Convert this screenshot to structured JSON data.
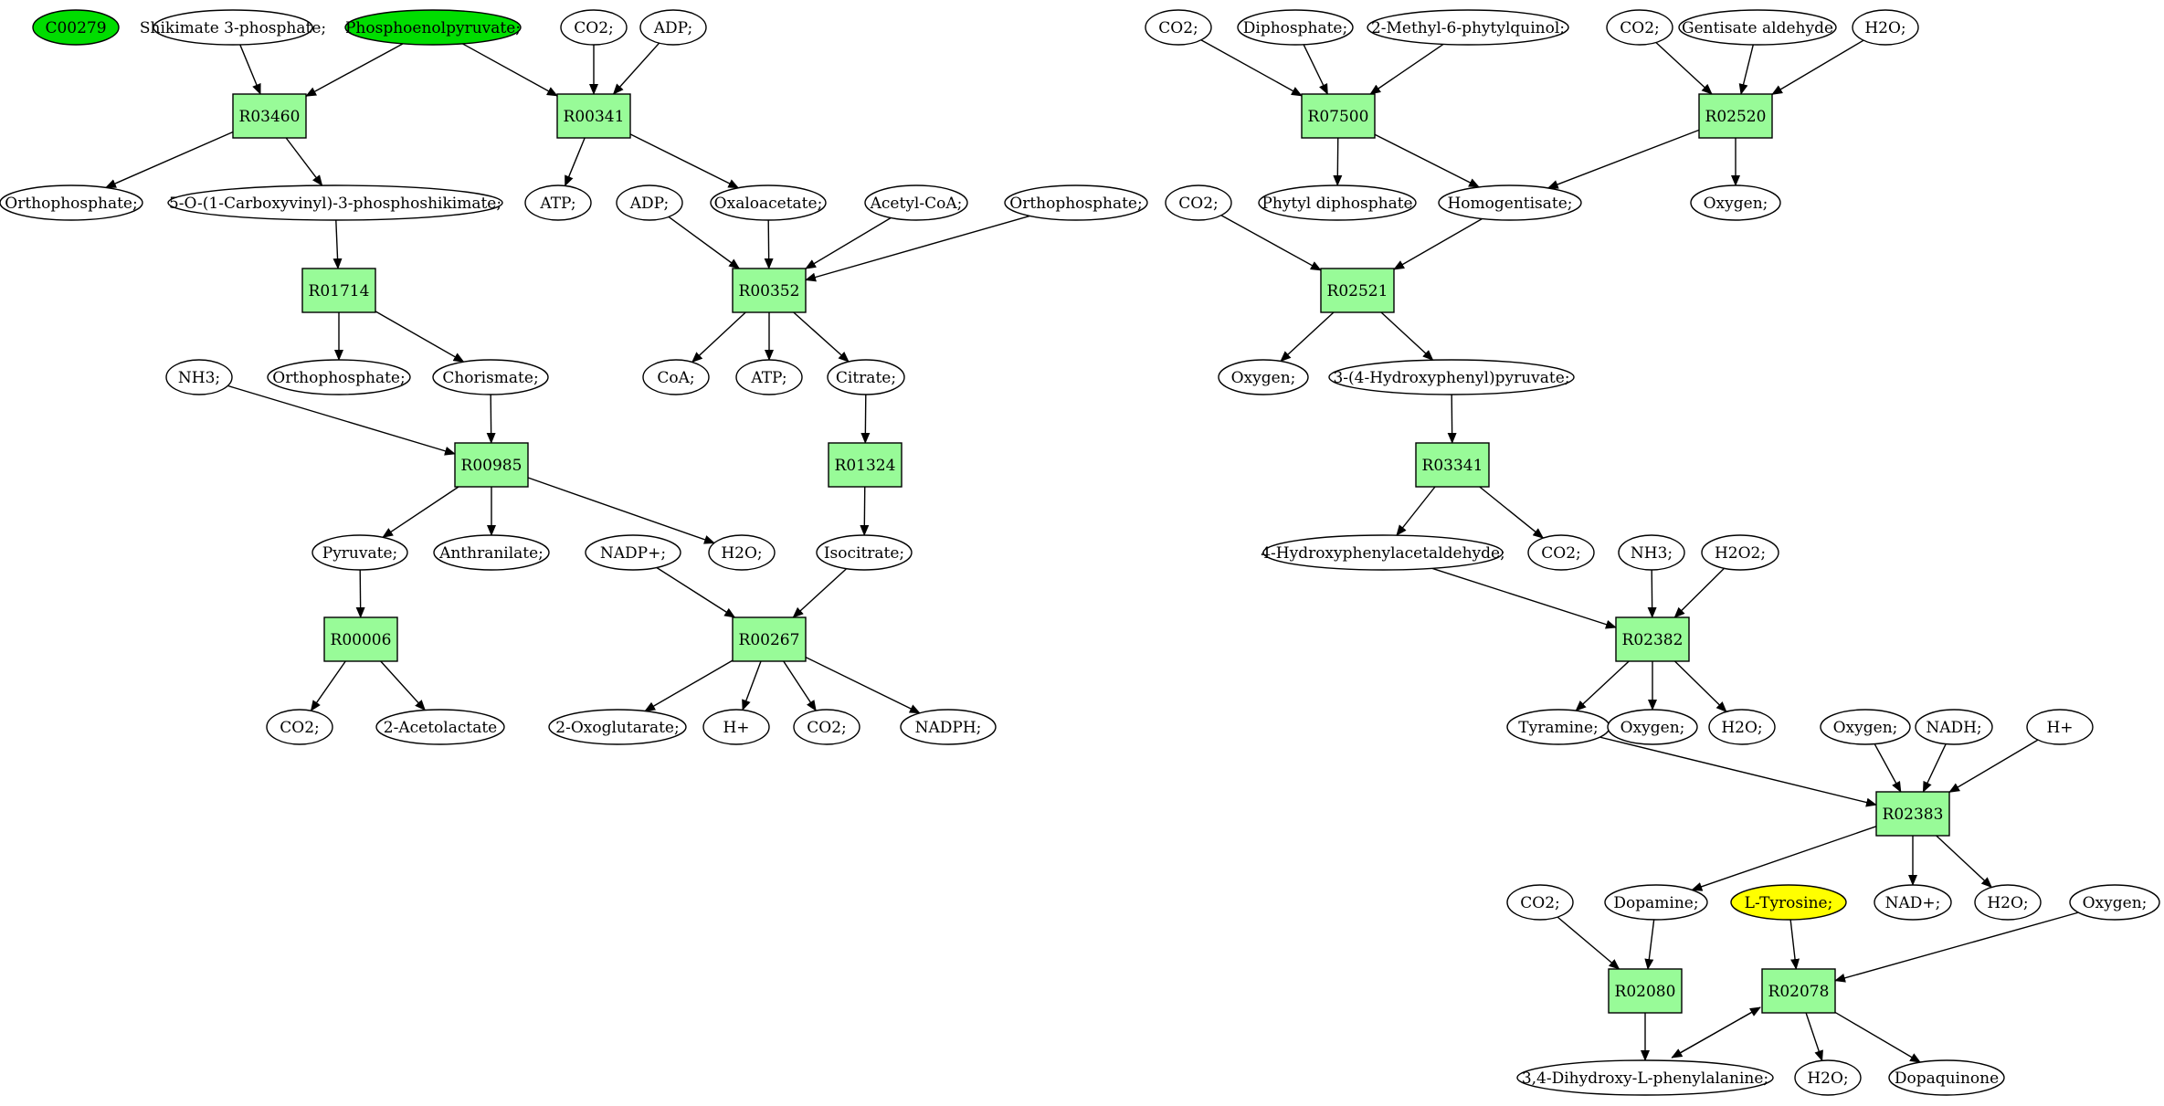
{
  "colors": {
    "reaction_fill": "#98fb98",
    "compound_fill": "#ffffff",
    "start_fill": "#00dd00",
    "target_fill": "#ffff00",
    "stroke": "#000000"
  },
  "nodes": [
    {
      "id": "c00279",
      "label": "C00279",
      "type": "compound",
      "fill": "start"
    },
    {
      "id": "shik3p",
      "label": "Shikimate 3-phosphate;",
      "type": "compound"
    },
    {
      "id": "pep",
      "label": "Phosphoenolpyruvate;",
      "type": "compound",
      "fill": "start"
    },
    {
      "id": "co2_a",
      "label": "CO2;",
      "type": "compound"
    },
    {
      "id": "adp_a",
      "label": "ADP;",
      "type": "compound"
    },
    {
      "id": "r03460",
      "label": "R03460",
      "type": "reaction"
    },
    {
      "id": "r00341",
      "label": "R00341",
      "type": "reaction"
    },
    {
      "id": "orthop_a",
      "label": "Orthophosphate;",
      "type": "compound"
    },
    {
      "id": "ocarb",
      "label": "5-O-(1-Carboxyvinyl)-3-phosphoshikimate;",
      "type": "compound"
    },
    {
      "id": "atp_a",
      "label": "ATP;",
      "type": "compound"
    },
    {
      "id": "adp_b",
      "label": "ADP;",
      "type": "compound"
    },
    {
      "id": "oxalo",
      "label": "Oxaloacetate;",
      "type": "compound"
    },
    {
      "id": "acetylcoa",
      "label": "Acetyl-CoA;",
      "type": "compound"
    },
    {
      "id": "orthop_b",
      "label": "Orthophosphate;",
      "type": "compound"
    },
    {
      "id": "r01714",
      "label": "R01714",
      "type": "reaction"
    },
    {
      "id": "r00352",
      "label": "R00352",
      "type": "reaction"
    },
    {
      "id": "nh3_a",
      "label": "NH3;",
      "type": "compound"
    },
    {
      "id": "orthop_c",
      "label": "Orthophosphate;",
      "type": "compound"
    },
    {
      "id": "chorismate",
      "label": "Chorismate;",
      "type": "compound"
    },
    {
      "id": "coa",
      "label": "CoA;",
      "type": "compound"
    },
    {
      "id": "atp_b",
      "label": "ATP;",
      "type": "compound"
    },
    {
      "id": "citrate",
      "label": "Citrate;",
      "type": "compound"
    },
    {
      "id": "r00985",
      "label": "R00985",
      "type": "reaction"
    },
    {
      "id": "r01324",
      "label": "R01324",
      "type": "reaction"
    },
    {
      "id": "pyruvate",
      "label": "Pyruvate;",
      "type": "compound"
    },
    {
      "id": "anthranilate",
      "label": "Anthranilate;",
      "type": "compound"
    },
    {
      "id": "h2o_a",
      "label": "H2O;",
      "type": "compound"
    },
    {
      "id": "nadp",
      "label": "NADP+;",
      "type": "compound"
    },
    {
      "id": "isocitrate",
      "label": "Isocitrate;",
      "type": "compound"
    },
    {
      "id": "r00006",
      "label": "R00006",
      "type": "reaction"
    },
    {
      "id": "r00267",
      "label": "R00267",
      "type": "reaction"
    },
    {
      "id": "co2_b",
      "label": "CO2;",
      "type": "compound"
    },
    {
      "id": "acetolactate",
      "label": "2-Acetolactate",
      "type": "compound"
    },
    {
      "id": "oxoglut",
      "label": "2-Oxoglutarate;",
      "type": "compound"
    },
    {
      "id": "hplus_a",
      "label": "H+",
      "type": "compound"
    },
    {
      "id": "co2_c",
      "label": "CO2;",
      "type": "compound"
    },
    {
      "id": "nadph",
      "label": "NADPH;",
      "type": "compound"
    },
    {
      "id": "co2_d",
      "label": "CO2;",
      "type": "compound"
    },
    {
      "id": "diphos",
      "label": "Diphosphate;",
      "type": "compound"
    },
    {
      "id": "mpq",
      "label": "2-Methyl-6-phytylquinol;",
      "type": "compound"
    },
    {
      "id": "co2_e",
      "label": "CO2;",
      "type": "compound"
    },
    {
      "id": "gentald",
      "label": "Gentisate aldehyde",
      "type": "compound"
    },
    {
      "id": "h2o_b",
      "label": "H2O;",
      "type": "compound"
    },
    {
      "id": "r07500",
      "label": "R07500",
      "type": "reaction"
    },
    {
      "id": "r02520",
      "label": "R02520",
      "type": "reaction"
    },
    {
      "id": "co2_f",
      "label": "CO2;",
      "type": "compound"
    },
    {
      "id": "phytyl",
      "label": "Phytyl diphosphate",
      "type": "compound"
    },
    {
      "id": "homogent",
      "label": "Homogentisate;",
      "type": "compound"
    },
    {
      "id": "oxygen_a",
      "label": "Oxygen;",
      "type": "compound"
    },
    {
      "id": "r02521",
      "label": "R02521",
      "type": "reaction"
    },
    {
      "id": "oxygen_b",
      "label": "Oxygen;",
      "type": "compound"
    },
    {
      "id": "hpp",
      "label": "3-(4-Hydroxyphenyl)pyruvate;",
      "type": "compound"
    },
    {
      "id": "r03341",
      "label": "R03341",
      "type": "reaction"
    },
    {
      "id": "hpa",
      "label": "4-Hydroxyphenylacetaldehyde;",
      "type": "compound"
    },
    {
      "id": "co2_g",
      "label": "CO2;",
      "type": "compound"
    },
    {
      "id": "nh3_b",
      "label": "NH3;",
      "type": "compound"
    },
    {
      "id": "h2o2",
      "label": "H2O2;",
      "type": "compound"
    },
    {
      "id": "r02382",
      "label": "R02382",
      "type": "reaction"
    },
    {
      "id": "tyramine",
      "label": "Tyramine;",
      "type": "compound"
    },
    {
      "id": "oxygen_c",
      "label": "Oxygen;",
      "type": "compound"
    },
    {
      "id": "h2o_c",
      "label": "H2O;",
      "type": "compound"
    },
    {
      "id": "oxygen_d",
      "label": "Oxygen;",
      "type": "compound"
    },
    {
      "id": "nadh",
      "label": "NADH;",
      "type": "compound"
    },
    {
      "id": "hplus_b",
      "label": "H+",
      "type": "compound"
    },
    {
      "id": "r02383",
      "label": "R02383",
      "type": "reaction"
    },
    {
      "id": "co2_h",
      "label": "CO2;",
      "type": "compound"
    },
    {
      "id": "dopamine",
      "label": "Dopamine;",
      "type": "compound"
    },
    {
      "id": "ltyr",
      "label": "L-Tyrosine;",
      "type": "compound",
      "fill": "target"
    },
    {
      "id": "nadplus",
      "label": "NAD+;",
      "type": "compound"
    },
    {
      "id": "h2o_d",
      "label": "H2O;",
      "type": "compound"
    },
    {
      "id": "oxygen_e",
      "label": "Oxygen;",
      "type": "compound"
    },
    {
      "id": "r02080",
      "label": "R02080",
      "type": "reaction"
    },
    {
      "id": "r02078",
      "label": "R02078",
      "type": "reaction"
    },
    {
      "id": "dopa",
      "label": "3,4-Dihydroxy-L-phenylalanine;",
      "type": "compound"
    },
    {
      "id": "h2o_e",
      "label": "H2O;",
      "type": "compound"
    },
    {
      "id": "dopaquinone",
      "label": "Dopaquinone",
      "type": "compound"
    }
  ],
  "edges": [
    [
      "shik3p",
      "r03460"
    ],
    [
      "pep",
      "r03460"
    ],
    [
      "pep",
      "r00341"
    ],
    [
      "co2_a",
      "r00341"
    ],
    [
      "adp_a",
      "r00341"
    ],
    [
      "r03460",
      "orthop_a"
    ],
    [
      "r03460",
      "ocarb"
    ],
    [
      "r00341",
      "atp_a"
    ],
    [
      "r00341",
      "oxalo"
    ],
    [
      "ocarb",
      "r01714"
    ],
    [
      "adp_b",
      "r00352"
    ],
    [
      "oxalo",
      "r00352"
    ],
    [
      "acetylcoa",
      "r00352"
    ],
    [
      "orthop_b",
      "r00352"
    ],
    [
      "r01714",
      "orthop_c"
    ],
    [
      "r01714",
      "chorismate"
    ],
    [
      "r00352",
      "coa"
    ],
    [
      "r00352",
      "atp_b"
    ],
    [
      "r00352",
      "citrate"
    ],
    [
      "nh3_a",
      "r00985"
    ],
    [
      "chorismate",
      "r00985"
    ],
    [
      "citrate",
      "r01324"
    ],
    [
      "r00985",
      "pyruvate"
    ],
    [
      "r00985",
      "anthranilate"
    ],
    [
      "r00985",
      "h2o_a"
    ],
    [
      "r01324",
      "isocitrate"
    ],
    [
      "pyruvate",
      "r00006"
    ],
    [
      "nadp",
      "r00267"
    ],
    [
      "isocitrate",
      "r00267"
    ],
    [
      "r00006",
      "co2_b"
    ],
    [
      "r00006",
      "acetolactate"
    ],
    [
      "r00267",
      "oxoglut"
    ],
    [
      "r00267",
      "hplus_a"
    ],
    [
      "r00267",
      "co2_c"
    ],
    [
      "r00267",
      "nadph"
    ],
    [
      "co2_d",
      "r07500"
    ],
    [
      "diphos",
      "r07500"
    ],
    [
      "mpq",
      "r07500"
    ],
    [
      "co2_e",
      "r02520"
    ],
    [
      "gentald",
      "r02520"
    ],
    [
      "h2o_b",
      "r02520"
    ],
    [
      "r07500",
      "phytyl"
    ],
    [
      "r07500",
      "homogent"
    ],
    [
      "r02520",
      "homogent"
    ],
    [
      "r02520",
      "oxygen_a"
    ],
    [
      "co2_f",
      "r02521"
    ],
    [
      "homogent",
      "r02521"
    ],
    [
      "r02521",
      "oxygen_b"
    ],
    [
      "r02521",
      "hpp"
    ],
    [
      "hpp",
      "r03341"
    ],
    [
      "r03341",
      "hpa"
    ],
    [
      "r03341",
      "co2_g"
    ],
    [
      "hpa",
      "r02382"
    ],
    [
      "nh3_b",
      "r02382"
    ],
    [
      "h2o2",
      "r02382"
    ],
    [
      "r02382",
      "tyramine"
    ],
    [
      "r02382",
      "oxygen_c"
    ],
    [
      "r02382",
      "h2o_c"
    ],
    [
      "tyramine",
      "r02383"
    ],
    [
      "oxygen_d",
      "r02383"
    ],
    [
      "nadh",
      "r02383"
    ],
    [
      "hplus_b",
      "r02383"
    ],
    [
      "r02383",
      "dopamine"
    ],
    [
      "r02383",
      "nadplus"
    ],
    [
      "r02383",
      "h2o_d"
    ],
    [
      "co2_h",
      "r02080"
    ],
    [
      "dopamine",
      "r02080"
    ],
    [
      "ltyr",
      "r02078"
    ],
    [
      "oxygen_e",
      "r02078"
    ],
    [
      "r02080",
      "dopa"
    ],
    [
      "r02078",
      "dopa"
    ],
    [
      "dopa",
      "r02078"
    ],
    [
      "r02078",
      "h2o_e"
    ],
    [
      "r02078",
      "dopaquinone"
    ]
  ]
}
